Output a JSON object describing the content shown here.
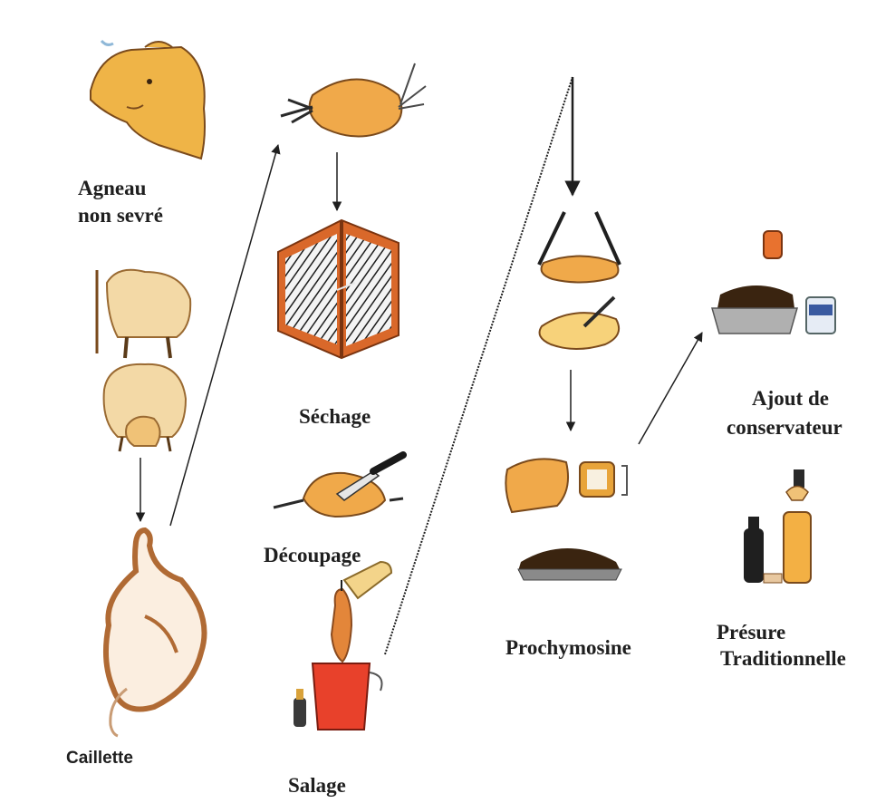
{
  "labels": {
    "lamb_line1": "Agneau",
    "lamb_line2": "non sevré",
    "caillette": "Caillette",
    "sechage": "Séchage",
    "decoupage": "Découpage",
    "salage": "Salage",
    "prochymosine": "Prochymosine",
    "ajout_line1": "Ajout de",
    "ajout_line2": "conservateur",
    "presure_line1": "Présure",
    "presure_line2": "Traditionnelle"
  },
  "colors": {
    "ochre": "#e8a43a",
    "ochre_light": "#f2c36b",
    "brown": "#8a4a1e",
    "cabinet": "#d9682a",
    "bucket": "#e8412b",
    "bottle_dark": "#2a2a2a",
    "ink": "#1f1f1f"
  },
  "icons": {
    "lamb_head": "lamb-head-icon",
    "suckling_lambs": "suckling-lambs-icon",
    "stomach": "stomach-icon",
    "tied_pouch": "tied-pouch-icon",
    "drying_cabinet": "drying-cabinet-icon",
    "knife_cutting": "knife-cutting-icon",
    "salting_bucket": "salting-bucket-icon",
    "hanging_pouch": "hanging-pouch-icon",
    "pieces_tray": "pieces-tray-icon",
    "preservative_tray": "preservative-tray-icon",
    "rennet_bottles": "rennet-bottles-icon"
  }
}
